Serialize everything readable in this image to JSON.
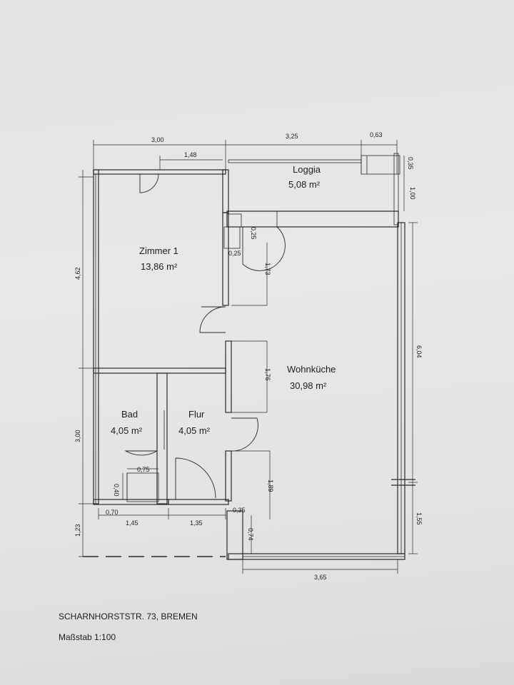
{
  "rooms": {
    "loggia": {
      "name": "Loggia",
      "area": "5,08 m²"
    },
    "zimmer1": {
      "name": "Zimmer 1",
      "area": "13,86 m²"
    },
    "wohnkueche": {
      "name": "Wohnküche",
      "area": "30,98 m²"
    },
    "bad": {
      "name": "Bad",
      "area": "4,05 m²"
    },
    "flur": {
      "name": "Flur",
      "area": "4,05 m²"
    }
  },
  "dimensions": {
    "top_left_width": "3,00",
    "top_mid_width": "3,25",
    "top_right_width": "0,63",
    "zimmer_window": "1,48",
    "loggia_small": "0,35",
    "loggia_depth": "1,00",
    "left_upper_height": "4,62",
    "left_lower_height": "3,00",
    "left_bottom_height": "1,23",
    "right_height": "6,04",
    "right_bottom_height": "1,55",
    "door_1": "1,73",
    "door_2": "1,76",
    "door_3": "1,89",
    "small_a": "0,25",
    "small_b": "0,25",
    "bad_075": "0,75",
    "bad_040": "0,40",
    "bad_070": "0,70",
    "bottom_145": "1,45",
    "bottom_135": "1,35",
    "bottom_035": "0,35",
    "bottom_074": "0,74",
    "bottom_365": "3,65"
  },
  "footer": {
    "address": "SCHARNHORSTSTR. 73, BREMEN",
    "scale": "Maßstab 1:100"
  }
}
